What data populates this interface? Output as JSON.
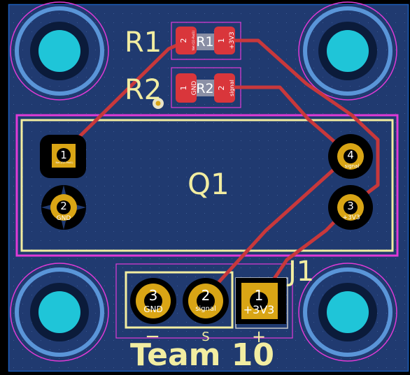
{
  "colors": {
    "background": "#000000",
    "board": "#203a70",
    "board_edge": "#1b5cb8",
    "courtyard": "#e03ad6",
    "silkscreen": "#f2eda1",
    "trace": "#c8383b",
    "pad_gold": "#d9a515",
    "pad_smd": "#d9363b",
    "hole_cyan": "#1fc5d8",
    "ring_blue": "#5a95d8"
  },
  "components": {
    "r1": {
      "ref": "R1",
      "pad1_num": "1",
      "pad1_net": "+3V3",
      "pad2_num": "2",
      "pad2_net": "Net-(Q1-Pad1)",
      "body_label": "R1"
    },
    "r2": {
      "ref": "R2",
      "pad1_num": "1",
      "pad1_net": "GND",
      "pad2_num": "2",
      "pad2_net": "signal",
      "body_label": "R2"
    },
    "q1": {
      "ref": "Q1",
      "pads": [
        {
          "num": "1",
          "net": "Net-(Q1-Pad1)"
        },
        {
          "num": "2",
          "net": "GND"
        },
        {
          "num": "3",
          "net": "+3V3"
        },
        {
          "num": "4",
          "net": "signal"
        }
      ]
    },
    "j1": {
      "ref": "J1",
      "pads": [
        {
          "num": "1",
          "net": "+3V3"
        },
        {
          "num": "2",
          "net": "signal"
        },
        {
          "num": "3",
          "net": "GND"
        }
      ],
      "markings": [
        "−",
        "S",
        "+"
      ]
    }
  },
  "board_text": "Team 10",
  "mounting_holes": [
    "mounting-hole-top-left",
    "mounting-hole-top-right",
    "mounting-hole-bottom-left",
    "mounting-hole-bottom-right"
  ]
}
